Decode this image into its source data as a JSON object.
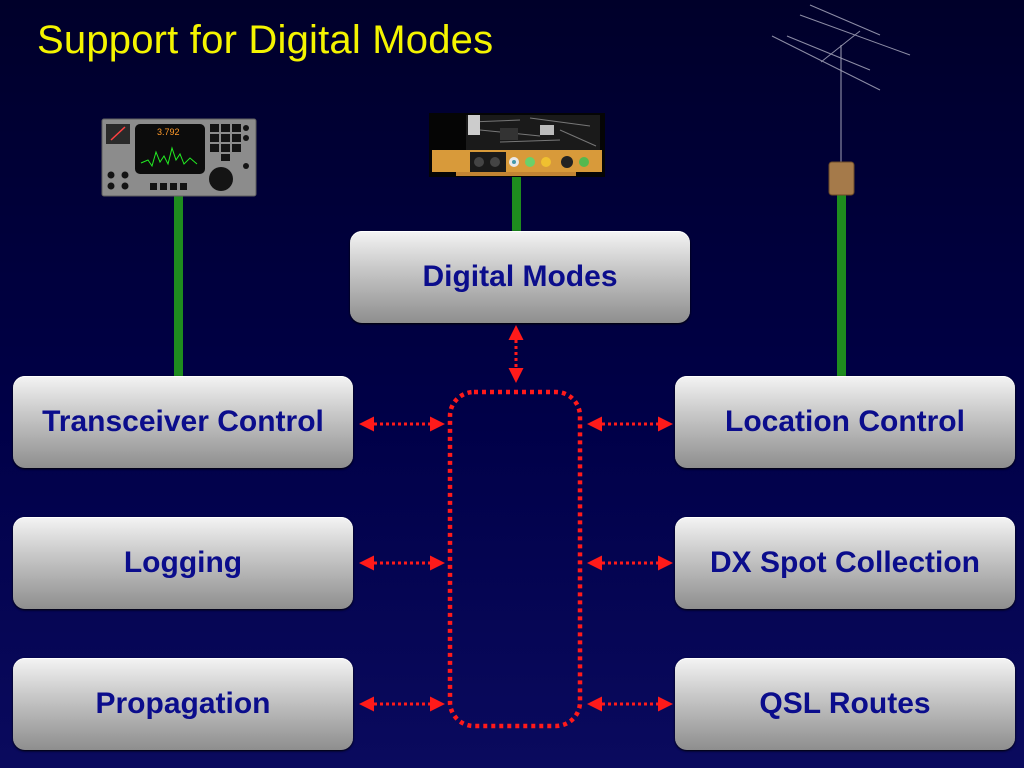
{
  "title": "Support for Digital Modes",
  "radio": {
    "frequency": "3.792"
  },
  "boxes": {
    "digital_modes": "Digital Modes",
    "transceiver_control": "Transceiver Control",
    "logging": "Logging",
    "propagation": "Propagation",
    "location_control": "Location Control",
    "dx_spot_collection": "DX Spot Collection",
    "qsl_routes": "QSL Routes"
  },
  "icons": {
    "radio": "transceiver-icon",
    "soundcard": "soundcard-icon",
    "antenna": "yagi-antenna-icon"
  },
  "colors": {
    "title": "#f4f400",
    "box_text": "#0b0d8c",
    "wire": "#1e8c1e",
    "dotted": "#ff1a1a"
  }
}
